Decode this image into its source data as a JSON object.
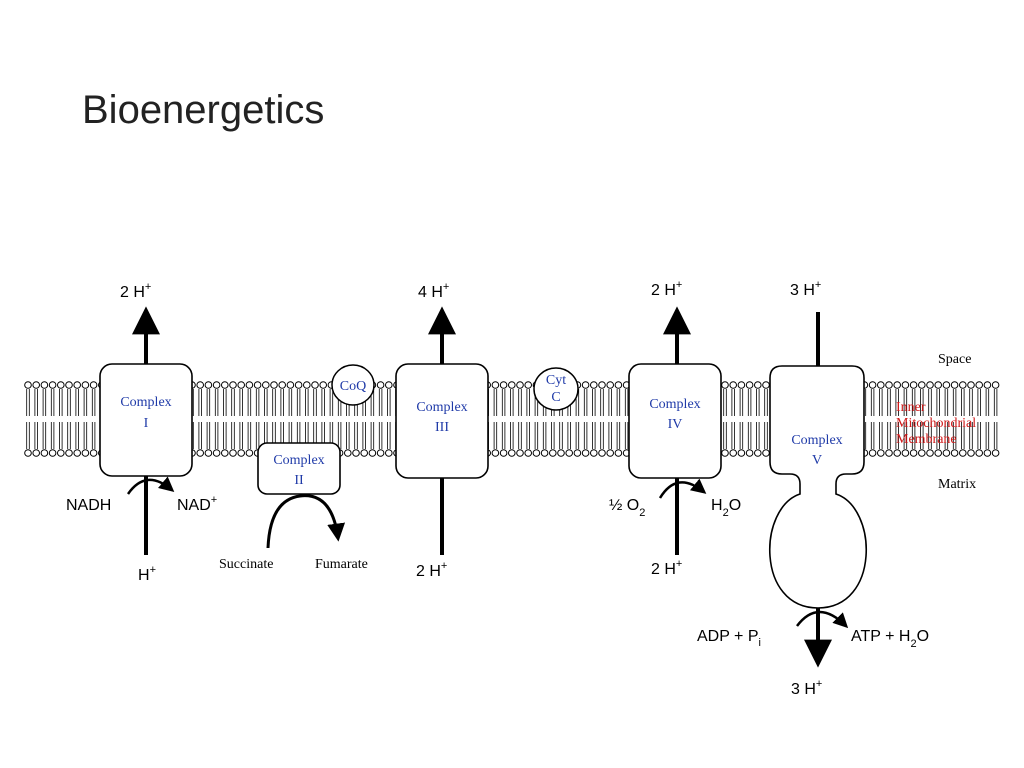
{
  "title": "Bioenergetics",
  "colors": {
    "complex_text": "#1f3aa8",
    "membrane_label": "#d01818",
    "ink": "#000000"
  },
  "complexes": {
    "c1": {
      "line1": "Complex",
      "line2": "I"
    },
    "c2": {
      "line1": "Complex",
      "line2": "II"
    },
    "c3": {
      "line1": "Complex",
      "line2": "III"
    },
    "c4": {
      "line1": "Complex",
      "line2": "IV"
    },
    "c5": {
      "line1": "Complex",
      "line2": "V"
    },
    "coq": "CoQ",
    "cytc": {
      "line1": "Cyt",
      "line2": "C"
    }
  },
  "labels": {
    "space": "Space",
    "matrix": "Matrix",
    "membrane": [
      "Inner",
      "Mitochondrial",
      "Membrane"
    ]
  },
  "protons": {
    "c1_top": {
      "count": "2 H",
      "sup": "+"
    },
    "c1_bottom": {
      "count": "H",
      "sup": "+"
    },
    "c3_top": {
      "count": "4 H",
      "sup": "+"
    },
    "c3_bottom": {
      "count": "2 H",
      "sup": "+"
    },
    "c4_top": {
      "count": "2 H",
      "sup": "+"
    },
    "c4_bottom": {
      "count": "2 H",
      "sup": "+"
    },
    "c5_top": {
      "count": "3 H",
      "sup": "+"
    },
    "c5_bottom": {
      "count": "3 H",
      "sup": "+"
    }
  },
  "reactions": {
    "nadh": "NADH",
    "nad": "NAD",
    "nad_sup": "+",
    "succinate": "Succinate",
    "fumarate": "Fumarate",
    "half": "½ O",
    "half_sub": "2",
    "h2o_h": "H",
    "h2o_sub": "2",
    "h2o_o": "O",
    "adp": "ADP  +  P",
    "adp_sub": "i",
    "atp": "ATP  +  H",
    "atp_sub": "2",
    "atp_o": "O"
  }
}
